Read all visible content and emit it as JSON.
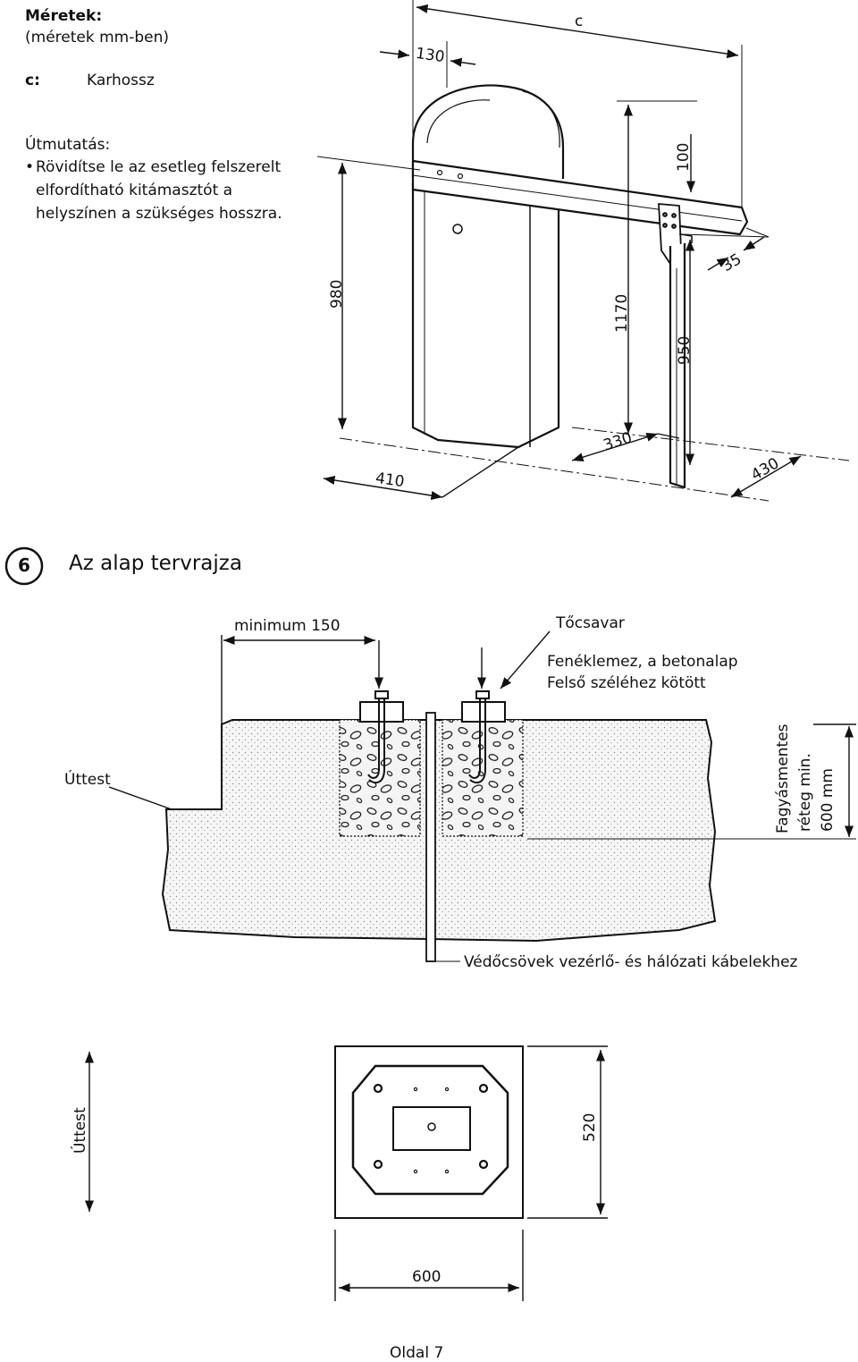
{
  "legend": {
    "heading": "Méretek:",
    "units_note": "(méretek mm-ben)",
    "c_key": "c:",
    "c_value": "Karhossz",
    "instructions_heading": "Útmutatás:",
    "bullet_lines": [
      "Rövidítse le az esetleg felszerelt",
      "elfordítható kitámasztót a",
      "helyszínen a szükséges hosszra."
    ]
  },
  "barrier_dims": {
    "c": "c",
    "d130": "130",
    "d100": "100",
    "d35": "35",
    "d980": "980",
    "d1170": "1170",
    "d950": "950",
    "d330": "330",
    "d410": "410",
    "d430": "430"
  },
  "section": {
    "number": "6",
    "title": "Az alap tervrajza"
  },
  "foundation": {
    "minimum": "minimum 150",
    "bolt": "Tőcsavar",
    "plate_line1": "Fenéklemez, a betonalap",
    "plate_line2": "Felső széléhez kötött",
    "road": "Úttest",
    "frost_line1": "Fagyásmentes",
    "frost_line2": "réteg min.",
    "frost_line3": "600 mm",
    "conduits": "Védőcsövek vezérlő- és hálózati kábelekhez"
  },
  "plan": {
    "road": "Úttest",
    "d520": "520",
    "d600": "600"
  },
  "footer": {
    "page": "Oldal 7"
  }
}
